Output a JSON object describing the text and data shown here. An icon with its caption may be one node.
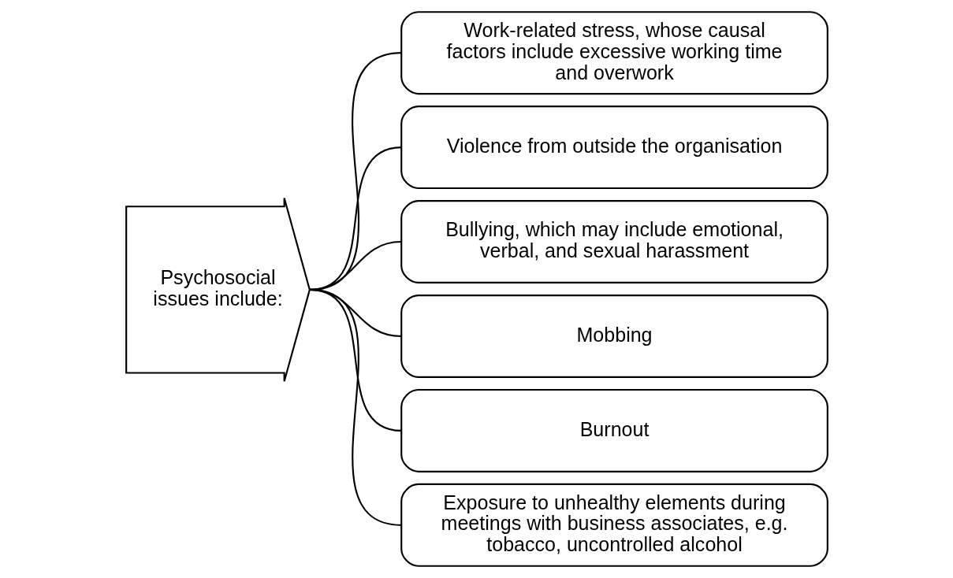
{
  "diagram": {
    "nodes": [
      {
        "text": [
          "Psychosocial issues include:"
        ]
      },
      {
        "text": [
          "Work-related stress, whose causal factors include excessive working time and overwork"
        ]
      },
      {
        "text": [
          "Violence from outside the organisation"
        ]
      },
      {
        "text": [
          "Bullying, which may include emotional, verbal, and sexual harassment"
        ]
      },
      {
        "text": [
          "Mobbing"
        ]
      },
      {
        "text": [
          "Burnout"
        ]
      },
      {
        "text": [
          "Exposure to unhealthy elements during meetings with business associates, e.g. tobacco, uncontrolled alcohol"
        ]
      }
    ],
    "edges": [
      {
        "from": 0,
        "to": 1,
        "arrow": "none"
      },
      {
        "from": 0,
        "to": 2,
        "arrow": "none"
      },
      {
        "from": 0,
        "to": 3,
        "arrow": "none"
      },
      {
        "from": 0,
        "to": 4,
        "arrow": "none"
      },
      {
        "from": 0,
        "to": 5,
        "arrow": "none"
      },
      {
        "from": 0,
        "to": 6,
        "arrow": "none"
      }
    ]
  }
}
